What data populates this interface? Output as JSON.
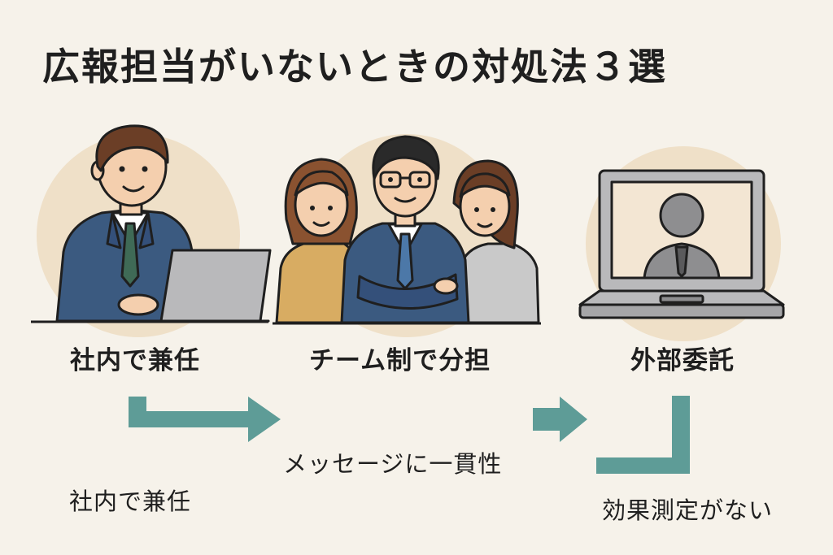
{
  "title": "広報担当がいないときの対処法３選",
  "options": [
    {
      "label": "社内で兼任",
      "icon": "businessman-laptop-icon"
    },
    {
      "label": "チーム制で分担",
      "icon": "team-of-three-icon"
    },
    {
      "label": "外部委託",
      "icon": "laptop-video-call-icon"
    }
  ],
  "notes": {
    "left": "社内で兼任",
    "middle": "メッセージに一貫性",
    "right": "効果測定がない"
  },
  "colors": {
    "background": "#f6f2ea",
    "circle": "#efe0c8",
    "arrow": "#5e9c97",
    "suit": "#3b5a80",
    "laptop": "#b9b9bb"
  }
}
